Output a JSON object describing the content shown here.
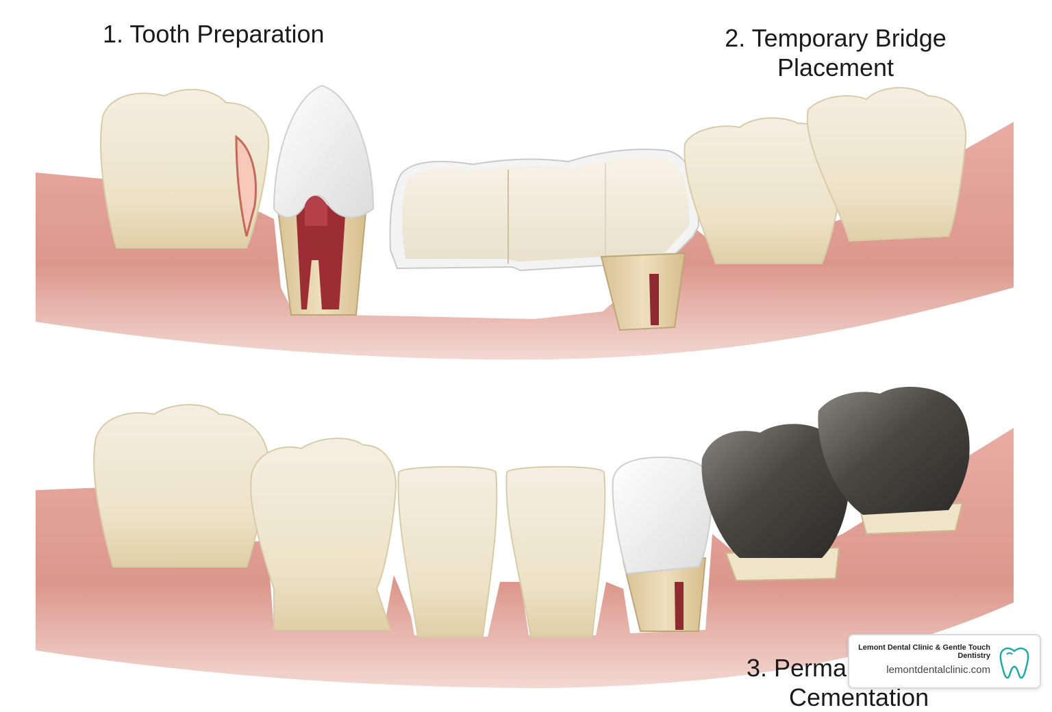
{
  "steps": {
    "step1": "1. Tooth Preparation",
    "step2_line1": "2. Temporary Bridge",
    "step2_line2": "Placement",
    "step3_line1": "3. Perma",
    "step3_line2": "Cementation"
  },
  "badge": {
    "clinic_name": "Lemont Dental Clinic & Gentle Touch Dentistry",
    "website": "lemontdentalclinic.com",
    "logo_icon": "tooth-logo-icon",
    "logo_color": "#1aa9a8"
  },
  "colors": {
    "gum": "#e4a49a",
    "gum_dark": "#c97f74",
    "enamel": "#efe7d3",
    "root": "#e6d3ae",
    "porcelain": "#f6f6f6",
    "metal": "#55524e"
  }
}
